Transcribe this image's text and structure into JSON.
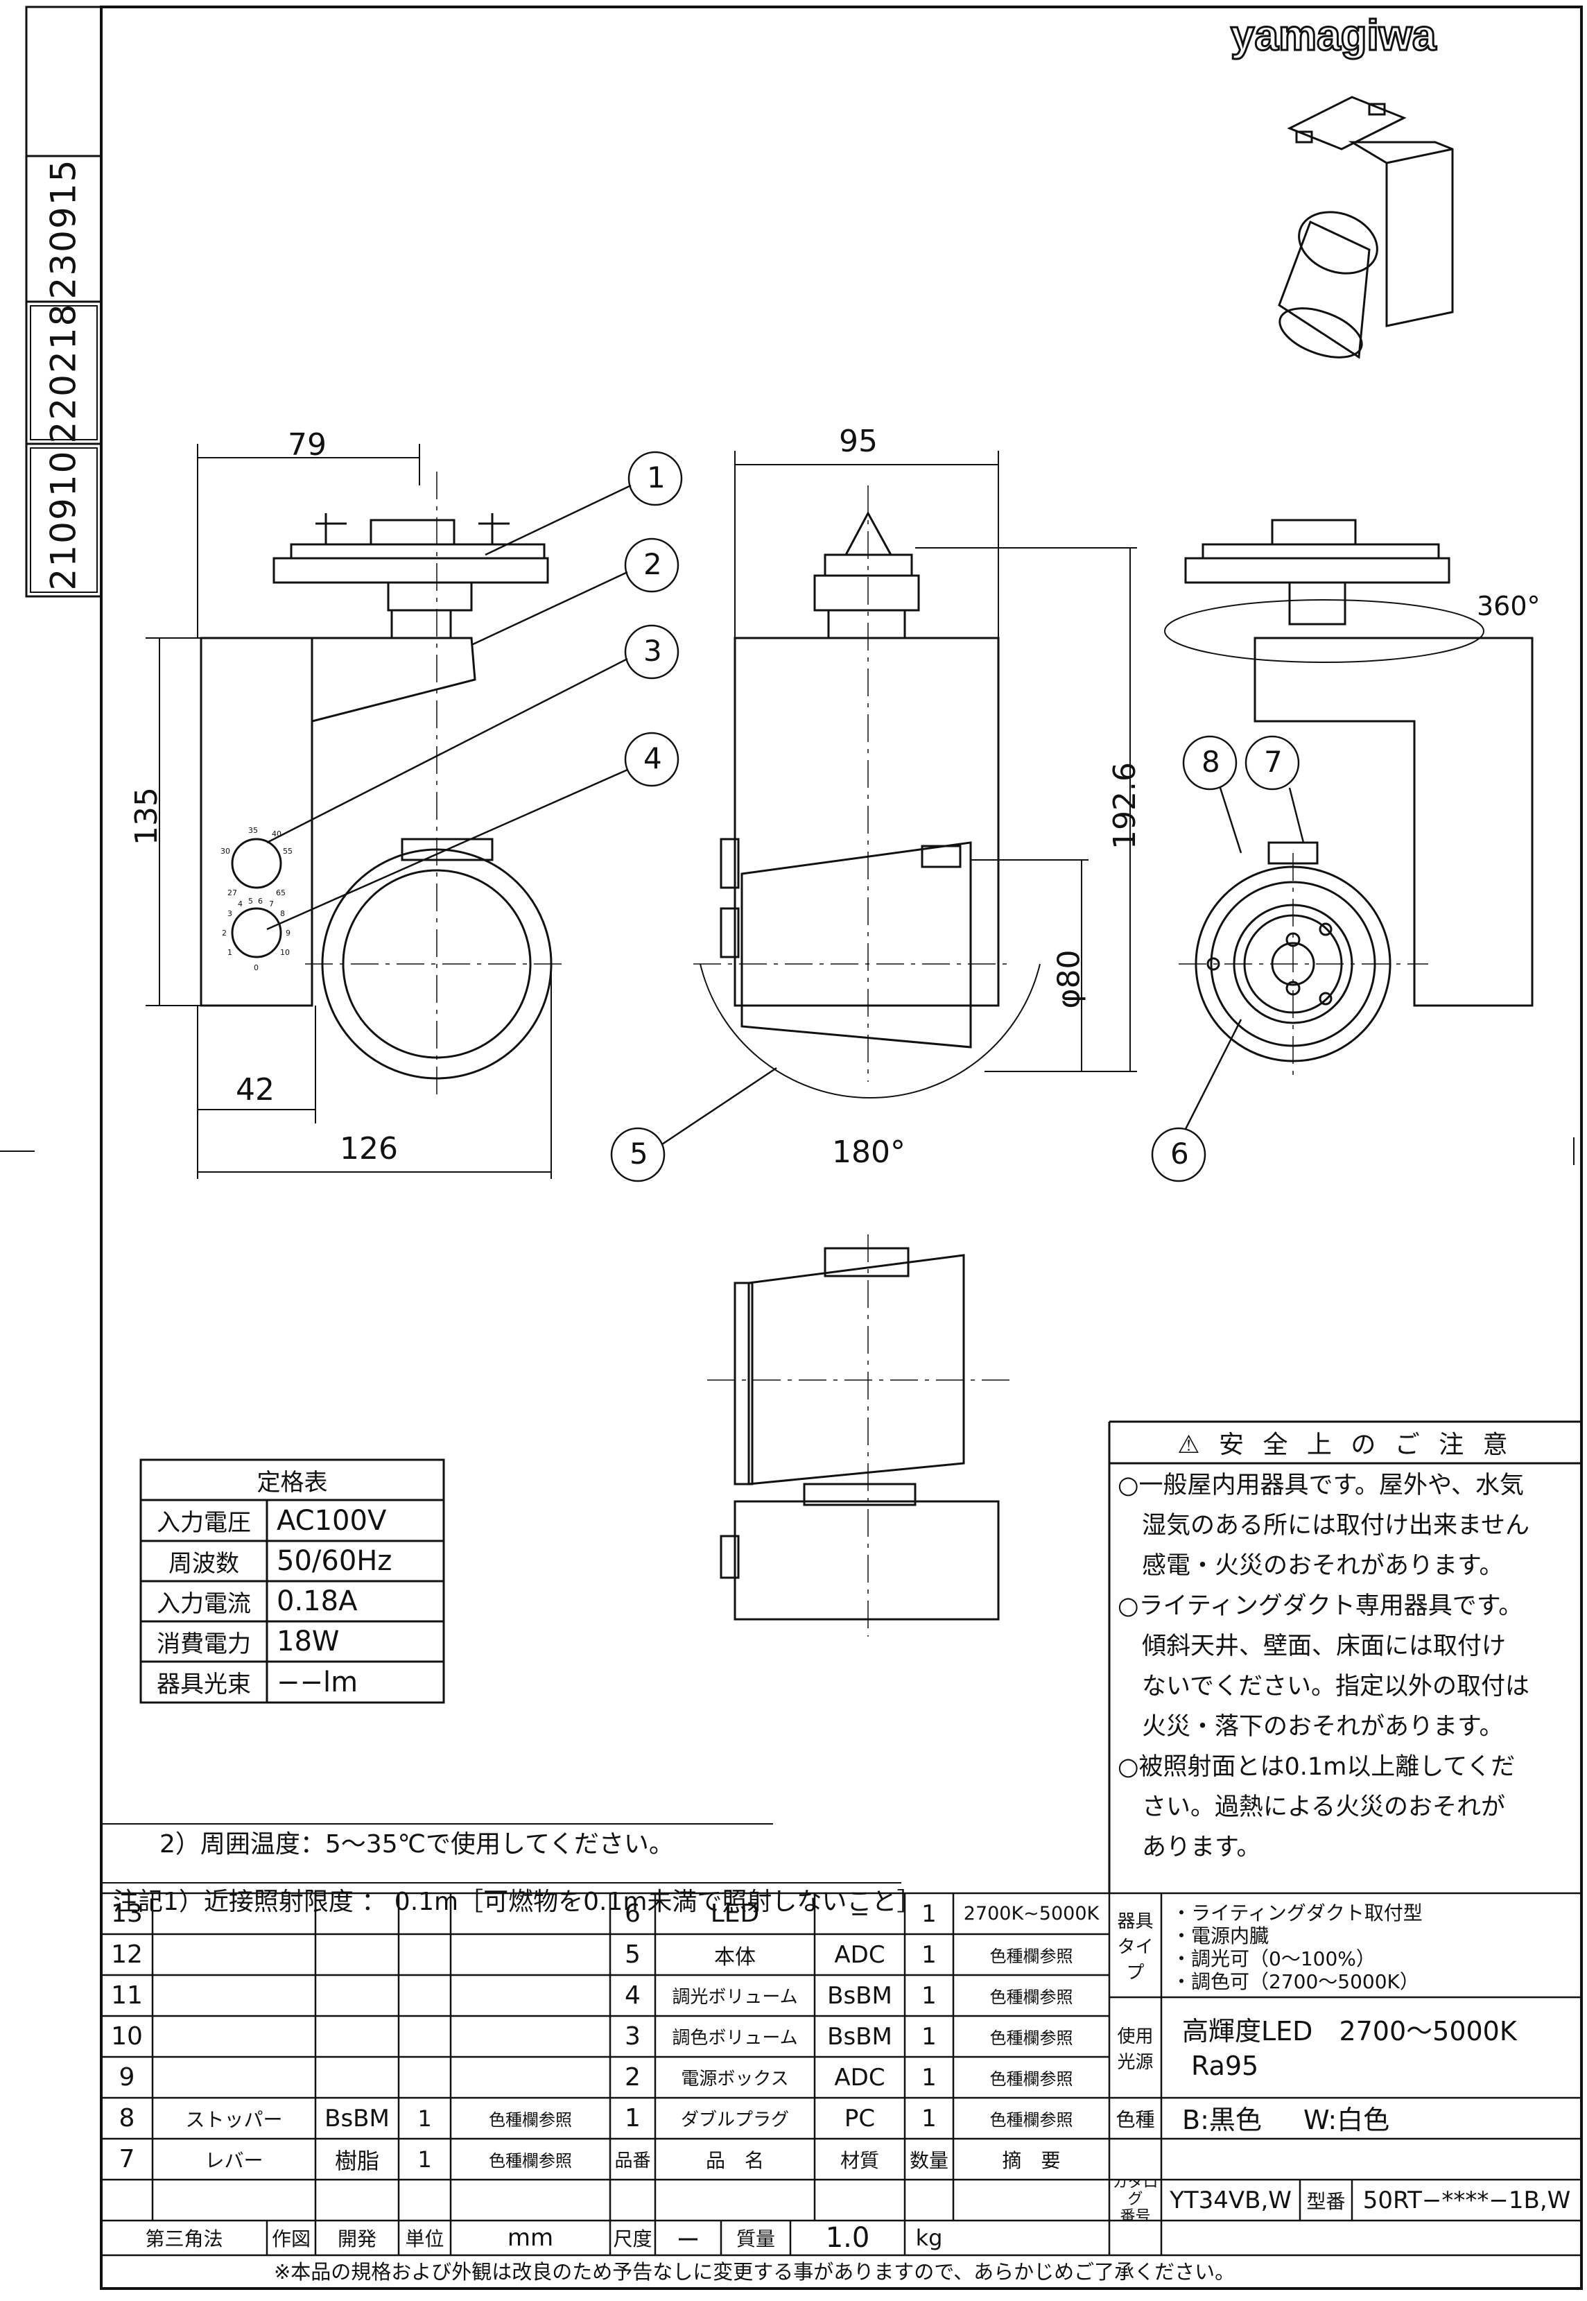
{
  "brand": "yamagiwa",
  "revisions": [
    "230915",
    "220218",
    "210910"
  ],
  "dimensions": {
    "d79": "79",
    "d95": "95",
    "d135": "135",
    "d192_6": "192.6",
    "d42": "42",
    "d126": "126",
    "phi80": "φ80",
    "rot360": "360°",
    "rot180": "180°"
  },
  "callouts": [
    "1",
    "2",
    "3",
    "4",
    "5",
    "6",
    "7",
    "8"
  ],
  "dial_upper": [
    "30",
    "35",
    "40",
    "27",
    "55",
    "65"
  ],
  "dial_lower": [
    "4",
    "5",
    "6",
    "7",
    "3",
    "8",
    "2",
    "9",
    "1",
    "10",
    "0"
  ],
  "rating": {
    "title": "定格表",
    "rows": [
      [
        "入力電圧",
        "AC100V"
      ],
      [
        "周波数",
        "50/60Hz"
      ],
      [
        "入力電流",
        "0.18A"
      ],
      [
        "消費電力",
        "18W"
      ],
      [
        "器具光束",
        "−−lm"
      ]
    ]
  },
  "safety": {
    "title": "⚠ 安 全 上 の ご 注 意",
    "lines": [
      "○一般屋内用器具です。屋外や、水気",
      "　湿気のある所には取付け出来ません",
      "　感電・火災のおそれがあります。",
      "○ライティングダクト専用器具です。",
      "　傾斜天井、壁面、床面には取付け",
      "　ないでください。指定以外の取付は",
      "　火災・落下のおそれがあります。",
      "○被照射面とは0.1m以上離してくだ",
      "　さい。過熱による火災のおそれが",
      "　あります。"
    ]
  },
  "notes": {
    "note2": "2）周囲温度：5〜35℃で使用してください。",
    "note1": "注記1）近接照射限度 ： 0.1m［可燃物を0.1m未満で照射しないこと］"
  },
  "parts_left": [
    [
      "13",
      "",
      "",
      "",
      ""
    ],
    [
      "12",
      "",
      "",
      "",
      ""
    ],
    [
      "11",
      "",
      "",
      "",
      ""
    ],
    [
      "10",
      "",
      "",
      "",
      ""
    ],
    [
      "9",
      "",
      "",
      "",
      ""
    ],
    [
      "8",
      "ストッパー",
      "BsBM",
      "1",
      "色種欄参照"
    ],
    [
      "7",
      "レバー",
      "樹脂",
      "1",
      "色種欄参照"
    ]
  ],
  "parts_right": [
    [
      "6",
      "LED",
      "−",
      "1",
      "2700K~5000K"
    ],
    [
      "5",
      "本体",
      "ADC",
      "1",
      "色種欄参照"
    ],
    [
      "4",
      "調光ボリューム",
      "BsBM",
      "1",
      "色種欄参照"
    ],
    [
      "3",
      "調色ボリューム",
      "BsBM",
      "1",
      "色種欄参照"
    ],
    [
      "2",
      "電源ボックス",
      "ADC",
      "1",
      "色種欄参照"
    ],
    [
      "1",
      "ダブルプラグ",
      "PC",
      "1",
      "色種欄参照"
    ]
  ],
  "parts_header": [
    "品番",
    "品　名",
    "材質",
    "数量",
    "摘　要"
  ],
  "spec": {
    "type_label": "器具\nタイプ",
    "type_values": [
      "・ライティングダクト取付型",
      "・電源内臓",
      "・調光可（0〜100%）",
      "・調色可（2700〜5000K）"
    ],
    "light_label": "使用\n光源",
    "light_values": [
      "高輝度LED　2700〜5000K",
      "Ra95"
    ],
    "color_label": "色種",
    "color_values": [
      "B:黒色",
      "W:白色"
    ],
    "catalog_label": "カタログ\n番号",
    "catalog_value": "YT34VB,W",
    "model_label": "型番",
    "model_value": "50RT−****−1B,W"
  },
  "footer_row": {
    "projection": "第三角法",
    "drawing": "作図",
    "develop": "開発",
    "unit_label": "単位",
    "unit": "mm",
    "scale_label": "尺度",
    "scale": "ー",
    "mass_label": "質量",
    "mass": "1.0",
    "mass_unit": "kg"
  },
  "disclaimer": "※本品の規格および外観は改良のため予告なしに変更する事がありますので、あらかじめご了承ください。"
}
